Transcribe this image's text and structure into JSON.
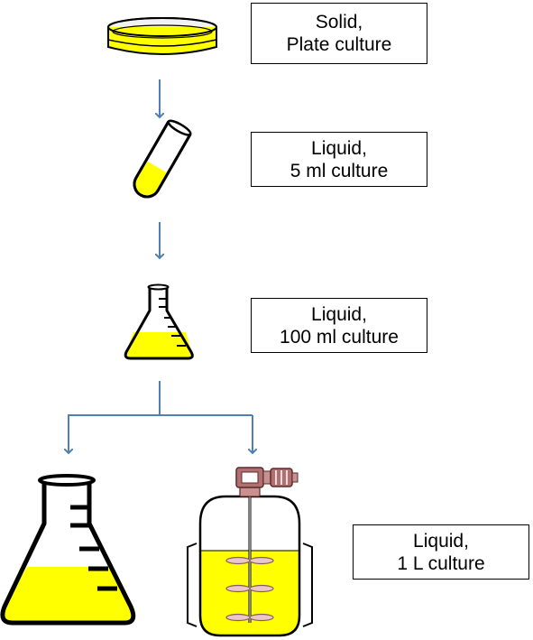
{
  "colors": {
    "arrow": "#4f7fb5",
    "culture_fill": "#ffff00",
    "outline": "#000000",
    "motor": "#b07070"
  },
  "icons": {
    "plate": "petri-dish-icon",
    "tube": "test-tube-icon",
    "small_flask": "erlenmeyer-flask-icon",
    "large_flask": "erlenmeyer-flask-icon",
    "bioreactor": "bioreactor-icon"
  },
  "steps": [
    {
      "line1": "Solid,",
      "line2": "Plate culture"
    },
    {
      "line1": "Liquid,",
      "line2": "5 ml culture"
    },
    {
      "line1": "Liquid,",
      "line2": "100 ml culture"
    },
    {
      "line1": "Liquid,",
      "line2": "1 L culture"
    }
  ]
}
